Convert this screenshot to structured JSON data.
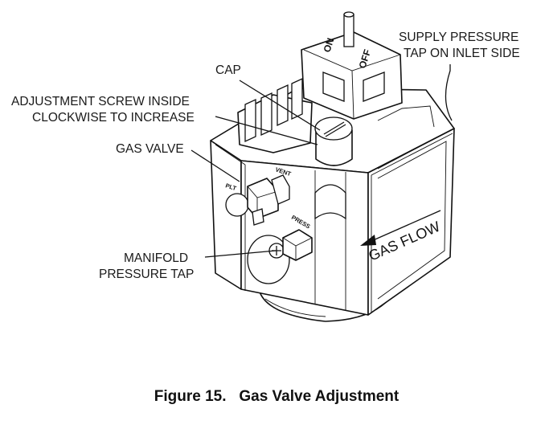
{
  "labels": {
    "supply_line1": "SUPPLY PRESSURE",
    "supply_line2": "TAP ON INLET SIDE",
    "cap": "CAP",
    "adjust_line1": "ADJUSTMENT SCREW INSIDE",
    "adjust_line2": "CLOCKWISE TO INCREASE",
    "gas_valve": "GAS VALVE",
    "manifold_line1": "MANIFOLD",
    "manifold_line2": "PRESSURE TAP",
    "gas_flow": "GAS FLOW"
  },
  "valve_markings": {
    "on": "ON",
    "off": "OFF",
    "vent": "VENT",
    "pilot": "PLT",
    "press": "PRESS"
  },
  "caption": "Figure 15.   Gas Valve Adjustment"
}
